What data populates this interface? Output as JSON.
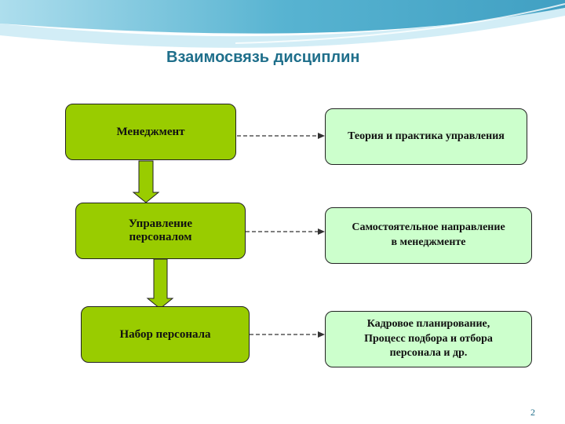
{
  "title": "Взаимосвязь дисциплин",
  "left_boxes": [
    {
      "label": "Менеджмент"
    },
    {
      "label": "Управление\nперсоналом"
    },
    {
      "label": "Набор персонала"
    }
  ],
  "right_boxes": [
    {
      "label": "Теория и практика управления"
    },
    {
      "label": "Самостоятельное направление\nв менеджменте"
    },
    {
      "label": "Кадровое планирование,\nПроцесс подбора и отбора\nперсонала и др."
    }
  ],
  "page_number": "2",
  "colors": {
    "title": "#1f6f8b",
    "left_box_fill": "#99cc00",
    "right_box_fill": "#ccffcc",
    "arrow_fill": "#99cc00"
  }
}
